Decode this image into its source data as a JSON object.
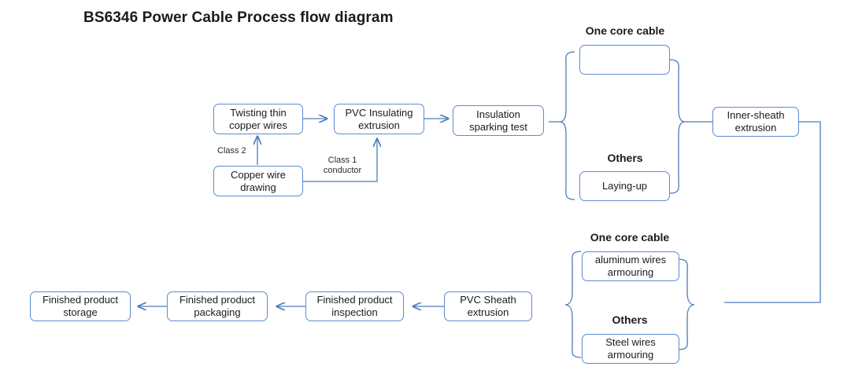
{
  "title": "BS6346 Power Cable Process flow diagram",
  "colors": {
    "box_border": "#5b8bd0",
    "connector": "#4a7ebb",
    "thick_arrow": "#2f5597",
    "text": "#1b1b1b",
    "background": "#ffffff"
  },
  "boxes": {
    "twisting": "Twisting thin\ncopper wires",
    "twisting_line1": "Twisting thin",
    "twisting_line2": "copper wires",
    "pvc_insulating_line1": "PVC Insulating",
    "pvc_insulating_line2": "extrusion",
    "insulation_test_line1": "Insulation",
    "insulation_test_line2": "sparking test",
    "copper_drawing_line1": "Copper wire",
    "copper_drawing_line2": "drawing",
    "one_core_cable_upper": "",
    "laying_up": "Laying-up",
    "inner_sheath_line1": "Inner-sheath",
    "inner_sheath_line2": "extrusion",
    "aluminum_armour_line1": "aluminum wires",
    "aluminum_armour_line2": "armouring",
    "steel_armour_line1": "Steel wires",
    "steel_armour_line2": "armouring",
    "pvc_sheath_line1": "PVC Sheath",
    "pvc_sheath_line2": "extrusion",
    "inspection_line1": "Finished product",
    "inspection_line2": "inspection",
    "packaging_line1": "Finished product",
    "packaging_line2": "packaging",
    "storage_line1": "Finished product",
    "storage_line2": "storage"
  },
  "group_labels": {
    "upper_one_core": "One core cable",
    "upper_others": "Others",
    "lower_one_core": "One core cable",
    "lower_others": "Others"
  },
  "edge_labels": {
    "class2": "Class 2",
    "class1_line1": "Class 1",
    "class1_line2": "conductor"
  }
}
